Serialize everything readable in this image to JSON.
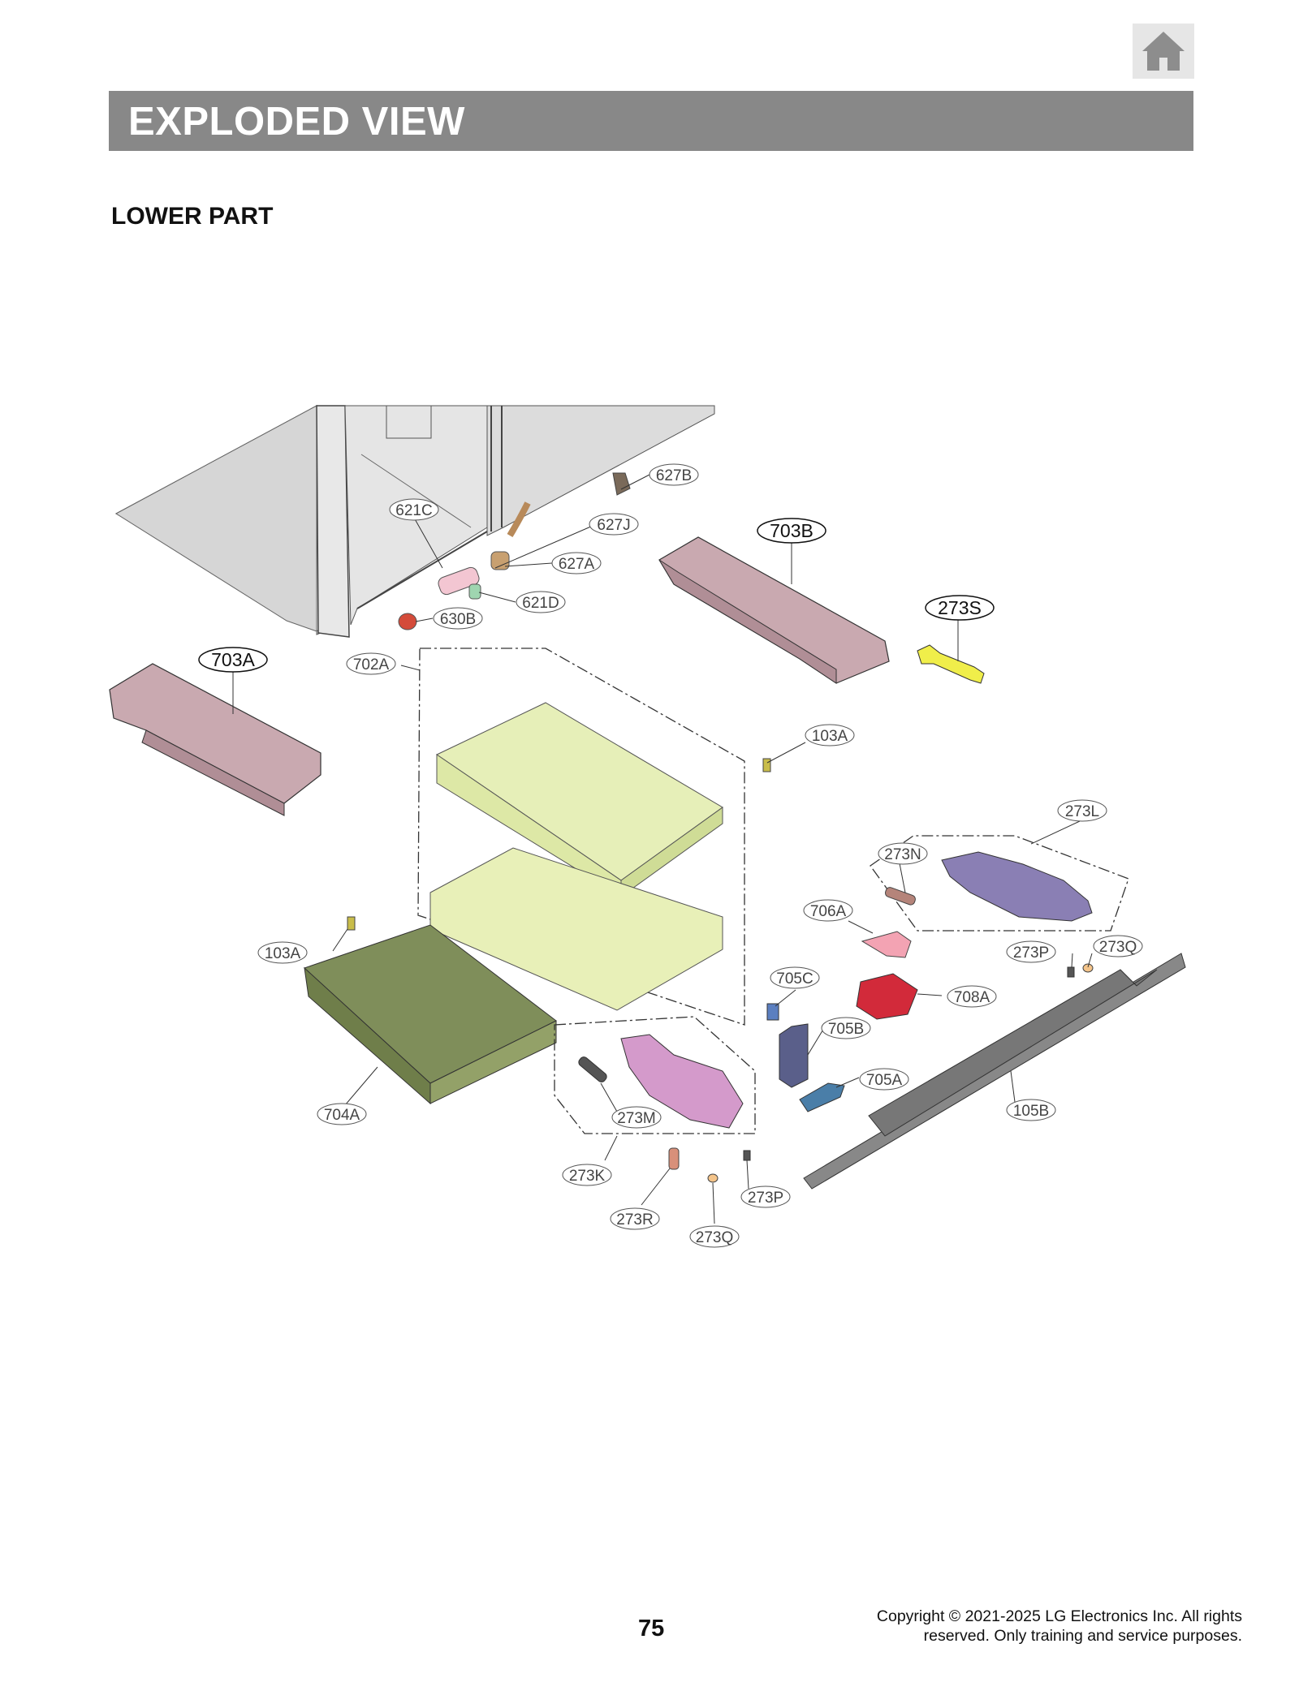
{
  "header": {
    "title": "EXPLODED VIEW",
    "home_icon": "home-icon"
  },
  "section": {
    "subtitle": "LOWER PART"
  },
  "callouts": {
    "c627B": "627B",
    "c621C": "621C",
    "c627J": "627J",
    "c703B": "703B",
    "c627A": "627A",
    "c621D": "621D",
    "c630B": "630B",
    "c273S": "273S",
    "c703A": "703A",
    "c702A": "702A",
    "c103A_r": "103A",
    "c273L": "273L",
    "c273N": "273N",
    "c706A": "706A",
    "c103A_l": "103A",
    "c273P_r": "273P",
    "c273Q_r": "273Q",
    "c705C": "705C",
    "c708A": "708A",
    "c705B": "705B",
    "c705A": "705A",
    "c105B": "105B",
    "c704A": "704A",
    "c273M": "273M",
    "c273K": "273K",
    "c273P_b": "273P",
    "c273R": "273R",
    "c273Q_b": "273Q"
  },
  "footer": {
    "page_number": "75",
    "copyright_line1": "Copyright © 2021-2025 LG Electronics Inc. All rights",
    "copyright_line2": "reserved. Only training and service purposes."
  },
  "colors": {
    "banner": "#888888",
    "frame_pink": "#c9a9b0",
    "tray_green": "#e6efb8",
    "pan_olive": "#7f8e5a",
    "purple_part": "#8a7fb4",
    "magenta_part": "#d49acb",
    "red_part": "#d22a3a",
    "yellow_part": "#f0ee4a"
  }
}
